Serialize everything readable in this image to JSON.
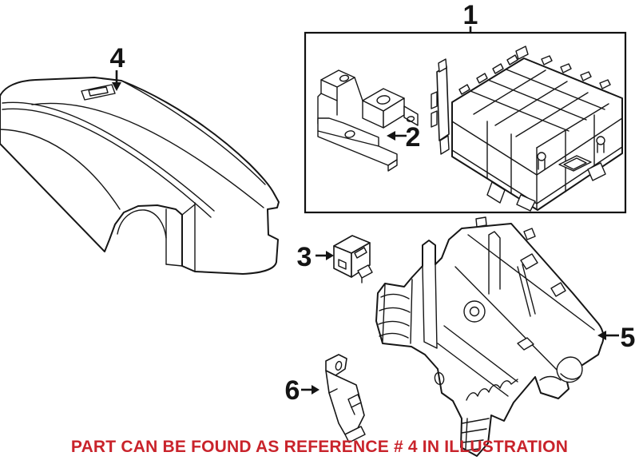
{
  "canvas": {
    "background": "#ffffff",
    "line_color": "#161616"
  },
  "callouts": [
    {
      "number": "1",
      "arrow": "plain-line-down"
    },
    {
      "number": "2",
      "arrow": "left"
    },
    {
      "number": "3",
      "arrow": "right"
    },
    {
      "number": "4",
      "arrow": "down"
    },
    {
      "number": "5",
      "arrow": "left"
    },
    {
      "number": "6",
      "arrow": "right"
    }
  ],
  "caption": {
    "text": "PART CAN BE FOUND AS REFERENCE # 4 IN ILLUSTRATION",
    "color": "#c9232b"
  }
}
